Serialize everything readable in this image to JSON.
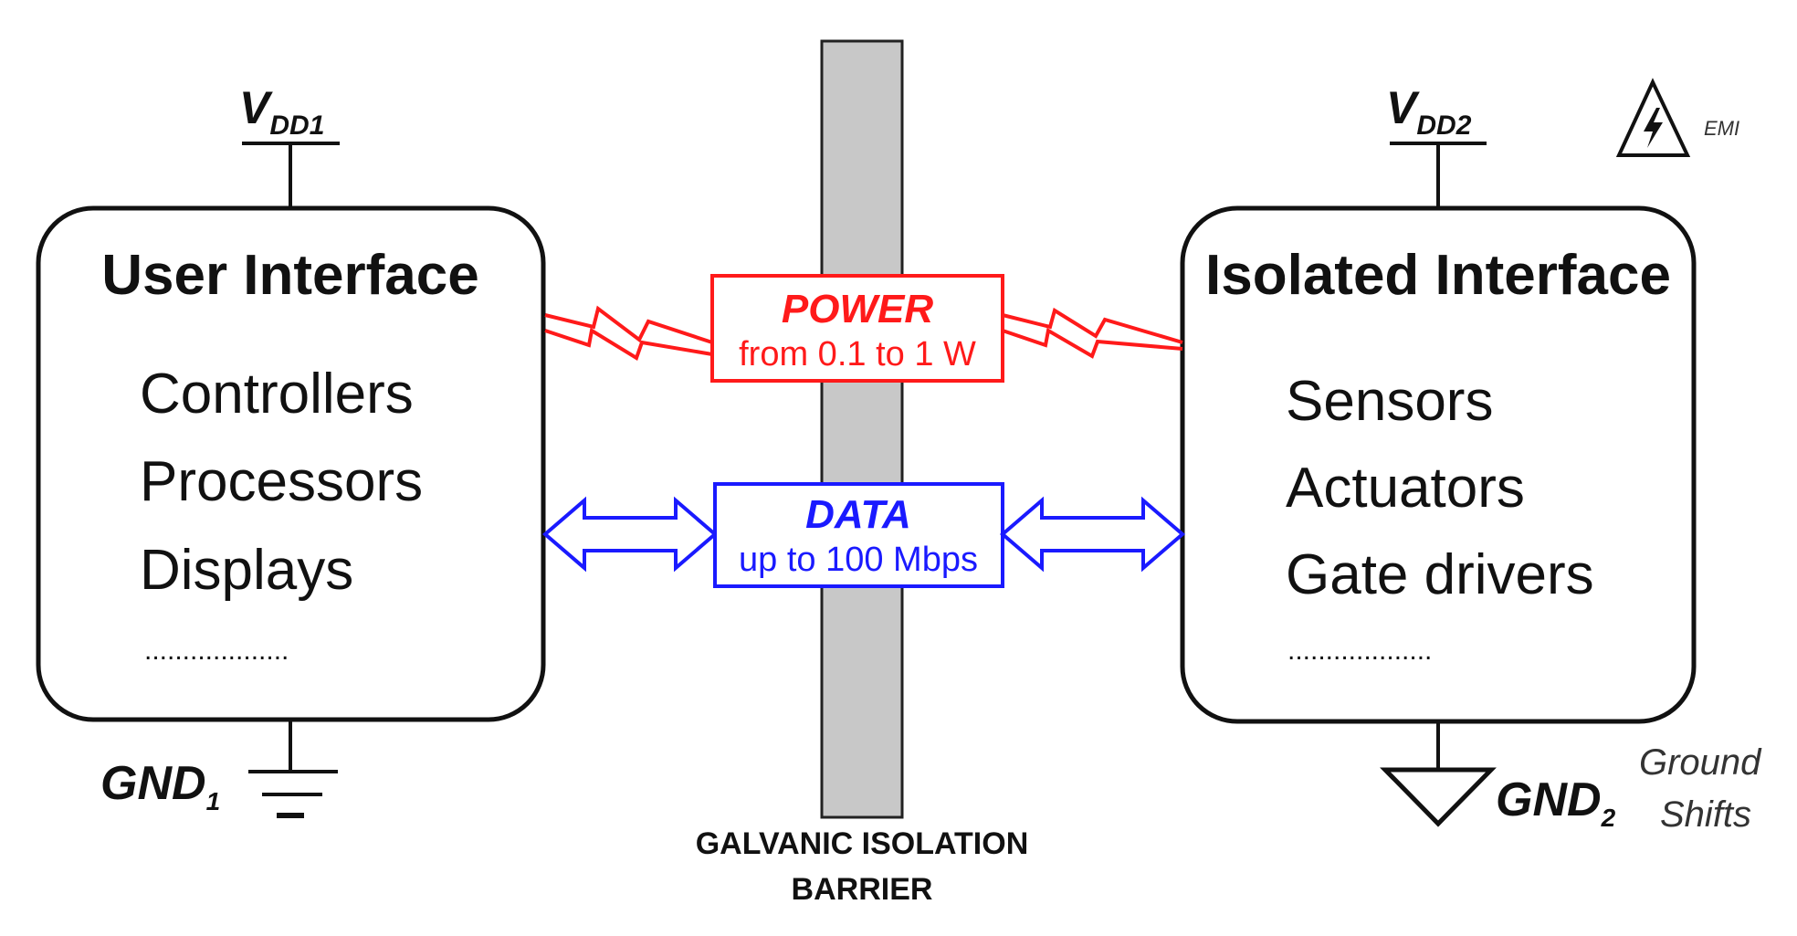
{
  "left_block": {
    "title": "User Interface",
    "items": [
      "Controllers",
      "Processors",
      "Displays"
    ],
    "ellipsis": "...................",
    "supply_label": "V",
    "supply_subscript": "DD1",
    "ground_label": "GND",
    "ground_subscript": "1"
  },
  "right_block": {
    "title": "Isolated Interface",
    "items": [
      "Sensors",
      "Actuators",
      "Gate drivers"
    ],
    "ellipsis": "...................",
    "supply_label": "V",
    "supply_subscript": "DD2",
    "ground_label": "GND",
    "ground_subscript": "2",
    "ground_note_line1": "Ground",
    "ground_note_line2": "Shifts"
  },
  "emi_label": "EMI",
  "barrier": {
    "line1": "GALVANIC ISOLATION",
    "line2": "BARRIER"
  },
  "channels": {
    "power": {
      "title": "POWER",
      "subtitle": "from 0.1 to 1 W",
      "color": "#ff1a1a"
    },
    "data": {
      "title": "DATA",
      "subtitle": "up to 100 Mbps",
      "color": "#1a1aff"
    }
  },
  "colors": {
    "barrier_fill": "#c8c8c8",
    "outline": "#111111"
  },
  "icons": {
    "emi": "lightning-warning-icon",
    "ground_left": "earth-ground-icon",
    "ground_right": "signal-ground-icon"
  }
}
